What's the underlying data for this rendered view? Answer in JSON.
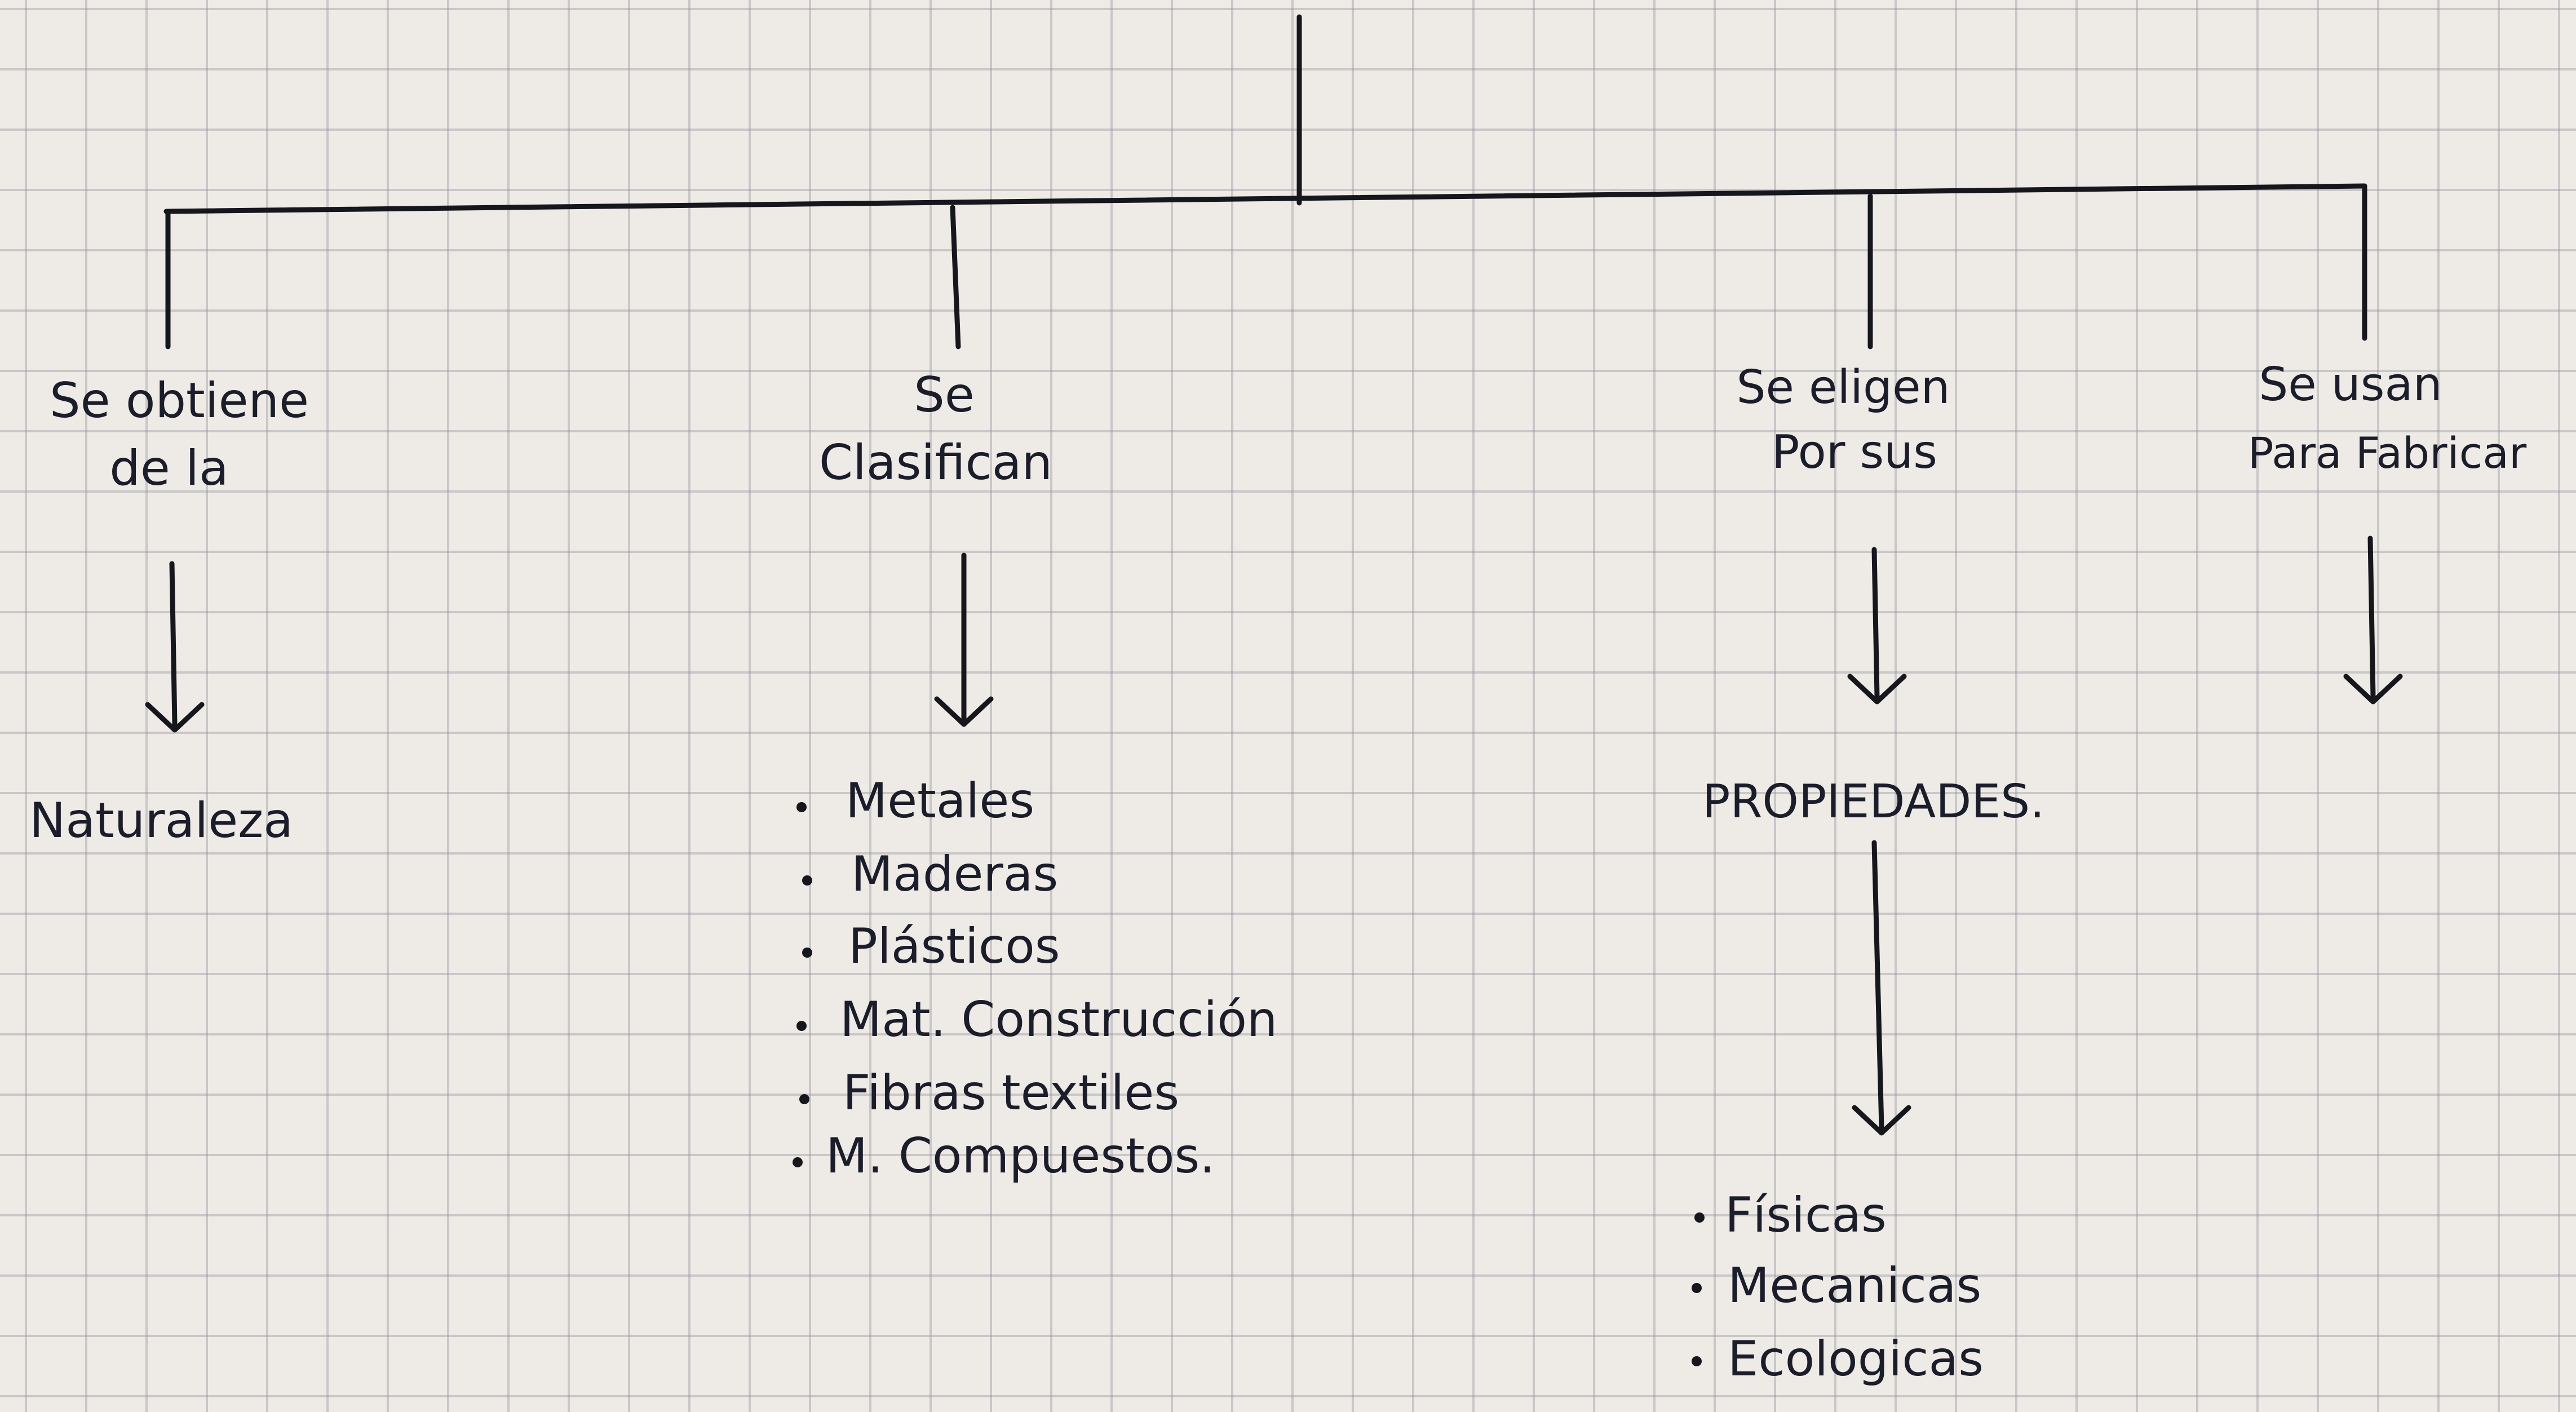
{
  "branches": [
    {
      "id": "naturaleza",
      "heading": [
        "Se obtiene",
        "de la"
      ],
      "result": "Naturaleza",
      "items": [],
      "subitems": []
    },
    {
      "id": "clasifican",
      "heading": [
        "Se",
        "Clasifican"
      ],
      "result": "",
      "items": [
        "Metales",
        "Maderas",
        "Plásticos",
        "Mat. Construcción",
        "Fibras textiles",
        "M. Compuestos."
      ],
      "subitems": []
    },
    {
      "id": "propiedades",
      "heading": [
        "Se eligen",
        "Por sus"
      ],
      "result": "PROPIEDADES.",
      "items": [],
      "subitems": [
        "Físicas",
        "Mecanicas",
        "Ecologicas"
      ]
    },
    {
      "id": "fabricar",
      "heading": [
        "Se usan",
        "Para Fabricar"
      ],
      "result": "",
      "items": [],
      "subitems": []
    }
  ],
  "colors": {
    "ink": "#16171d",
    "paper": "#eeebe6",
    "grid": "#9696a0"
  }
}
